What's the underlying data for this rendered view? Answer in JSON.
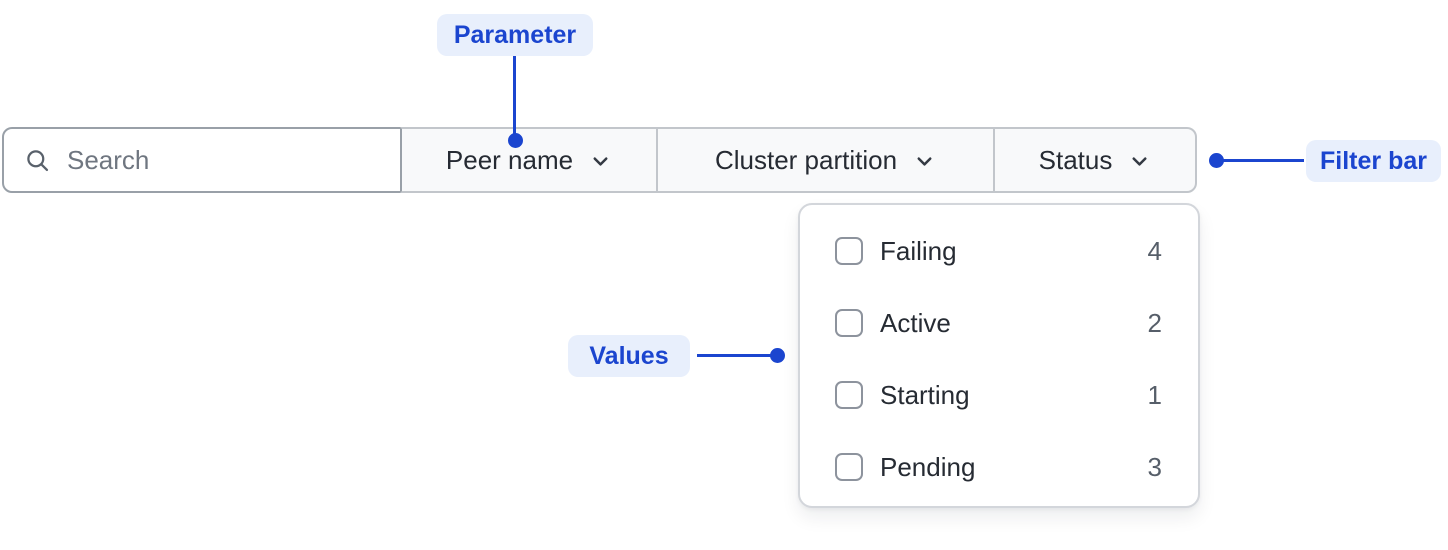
{
  "annotations": {
    "parameter_label": "Parameter",
    "filter_bar_label": "Filter bar",
    "values_label": "Values"
  },
  "filter_bar": {
    "search_placeholder": "Search",
    "search_value": "",
    "dropdowns": [
      {
        "label": "Peer name"
      },
      {
        "label": "Cluster partition"
      },
      {
        "label": "Status"
      }
    ]
  },
  "status_options": [
    {
      "label": "Failing",
      "count": 4,
      "checked": false
    },
    {
      "label": "Active",
      "count": 2,
      "checked": false
    },
    {
      "label": "Starting",
      "count": 1,
      "checked": false
    },
    {
      "label": "Pending",
      "count": 3,
      "checked": false
    }
  ],
  "colors": {
    "annotation_blue": "#1B45CF",
    "annotation_badge_bg": "#E8EFFC",
    "text_dark": "#262B33",
    "text_muted": "#565E69",
    "search_border": "#99A0A8",
    "dropdown_border": "#C2C6CB",
    "dropdown_bg": "#F8F9FA",
    "panel_border": "#D3D6DB",
    "checkbox_border": "#8D939D"
  },
  "icons": {
    "search": "search-icon",
    "chevron": "chevron-down-icon"
  }
}
